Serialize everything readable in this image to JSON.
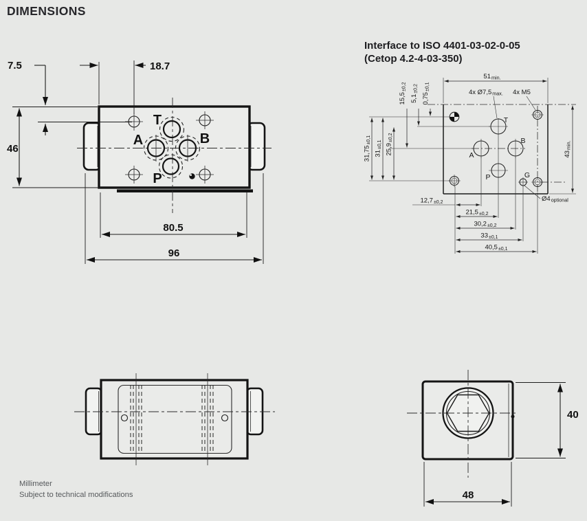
{
  "page": {
    "title": "DIMENSIONS"
  },
  "footer": {
    "unit": "Millimeter",
    "note": "Subject to technical modifications"
  },
  "main_view": {
    "ports": {
      "t": "T",
      "a": "A",
      "b": "B",
      "p": "P"
    },
    "dims": {
      "top_offset": "7.5",
      "hole_offset": "18.7",
      "height": "46",
      "body_width": "80.5",
      "total_width": "96"
    }
  },
  "iso_view": {
    "heading_line1": "Interface to ISO 4401-03-02-0-05",
    "heading_line2": "(Cetop 4.2-4-03-350)",
    "ports": {
      "t": "T",
      "b": "B",
      "a": "A",
      "p": "P",
      "g": "G"
    },
    "callouts": {
      "pilot": {
        "v": "4x Ø7,5",
        "s": "max."
      },
      "thread": {
        "v": "4x M5"
      },
      "optional": {
        "v": "Ø4",
        "s": "optional"
      }
    },
    "dims": {
      "width": {
        "v": "51",
        "s": "min."
      },
      "height": {
        "v": "43",
        "s": "min."
      },
      "v1": {
        "v": "31,75",
        "t": "±0,1"
      },
      "v2": {
        "v": "31",
        "t": "±0,1"
      },
      "v3": {
        "v": "25,9",
        "t": "±0,2"
      },
      "v4": {
        "v": "15,5",
        "t": "±0,2"
      },
      "v5": {
        "v": "5,1",
        "t": "±0,2"
      },
      "v6": {
        "v": "0,75",
        "t": "±0,1"
      },
      "h1": {
        "v": "12,7",
        "t": "±0,2"
      },
      "h2": {
        "v": "21,5",
        "t": "±0,2"
      },
      "h3": {
        "v": "30,2",
        "t": "±0,2"
      },
      "h4": {
        "v": "33",
        "t": "±0,1"
      },
      "h5": {
        "v": "40,5",
        "t": "±0,1"
      }
    }
  },
  "end_view": {
    "dims": {
      "height": "40",
      "width": "48"
    }
  }
}
